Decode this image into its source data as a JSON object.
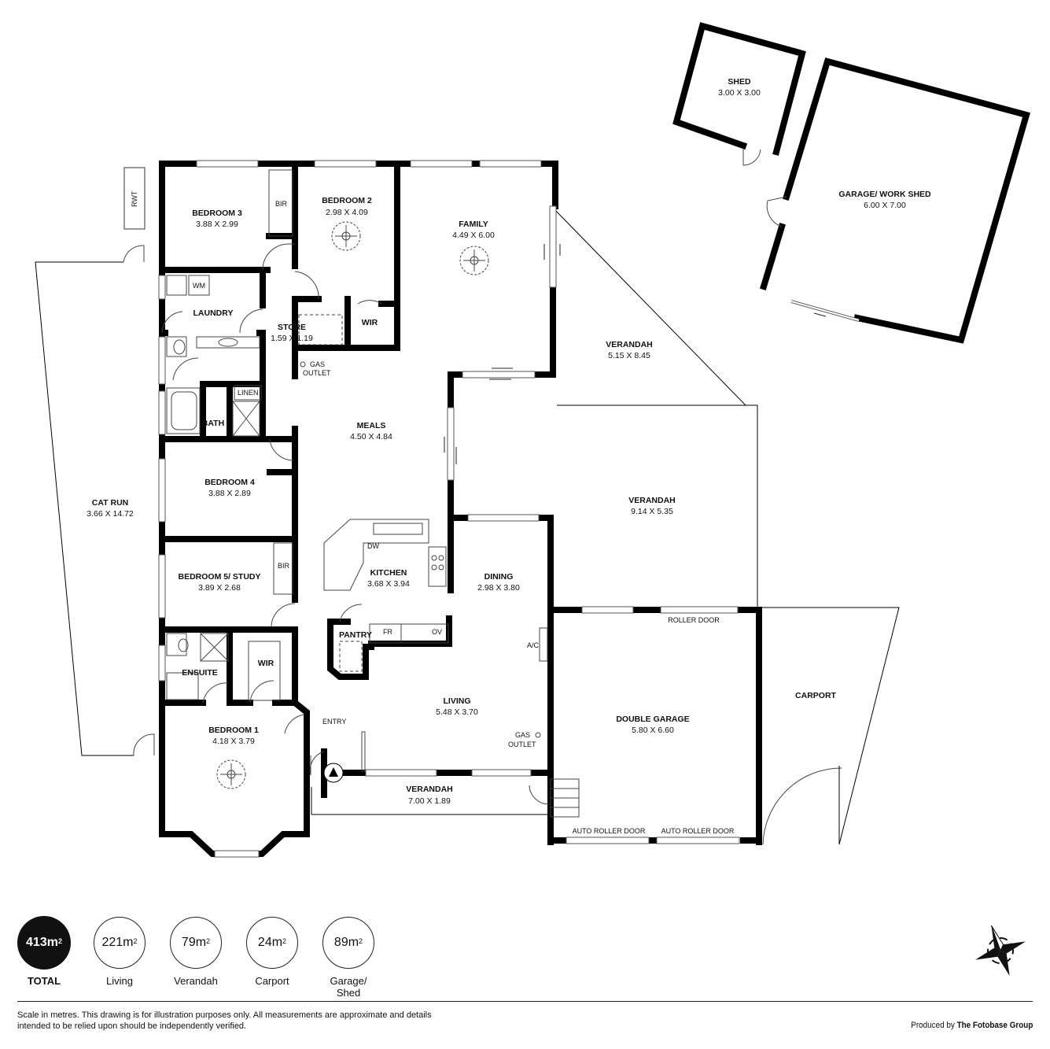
{
  "rooms": {
    "shed": {
      "name": "SHED",
      "dims": "3.00 X 3.00"
    },
    "garage_work_shed": {
      "name": "GARAGE/ WORK SHED",
      "dims": "6.00 X 7.00"
    },
    "bedroom3": {
      "name": "BEDROOM 3",
      "dims": "3.88 X 2.99"
    },
    "bedroom2": {
      "name": "BEDROOM 2",
      "dims": "2.98 X 4.09"
    },
    "family": {
      "name": "FAMILY",
      "dims": "4.49 X 6.00"
    },
    "laundry": {
      "name": "LAUNDRY"
    },
    "store": {
      "name": "STORE",
      "dims": "1.59 X 1.19"
    },
    "wir_top": {
      "name": "WIR"
    },
    "verandah_upper": {
      "name": "VERANDAH",
      "dims": "5.15 X 8.45"
    },
    "bath": {
      "name": "BATH"
    },
    "meals": {
      "name": "MEALS",
      "dims": "4.50 X 4.84"
    },
    "bedroom4": {
      "name": "BEDROOM 4",
      "dims": "3.88 X 2.89"
    },
    "verandah_mid": {
      "name": "VERANDAH",
      "dims": "9.14 X 5.35"
    },
    "cat_run": {
      "name": "CAT RUN",
      "dims": "3.66 X 14.72"
    },
    "kitchen": {
      "name": "KITCHEN",
      "dims": "3.68 X 3.94"
    },
    "dining": {
      "name": "DINING",
      "dims": "2.98 X 3.80"
    },
    "bedroom5": {
      "name": "BEDROOM 5/ STUDY",
      "dims": "3.89 X 2.68"
    },
    "pantry": {
      "name": "PANTRY"
    },
    "ensuite": {
      "name": "ENSUITE"
    },
    "wir_bottom": {
      "name": "WIR"
    },
    "living": {
      "name": "LIVING",
      "dims": "5.48 X 3.70"
    },
    "double_garage": {
      "name": "DOUBLE GARAGE",
      "dims": "5.80 X 6.60"
    },
    "carport": {
      "name": "CARPORT"
    },
    "bedroom1": {
      "name": "BEDROOM 1",
      "dims": "4.18 X 3.79"
    },
    "verandah_front": {
      "name": "VERANDAH",
      "dims": "7.00 X 1.89"
    }
  },
  "labels": {
    "rwt": "RWT",
    "bir_top": "BIR",
    "bir_mid": "BIR",
    "wm": "WM",
    "linen": "LINEN",
    "gas": "GAS",
    "outlet": "OUTLET",
    "gas2": "GAS",
    "outlet2": "OUTLET",
    "dw": "DW",
    "fr": "FR",
    "ov": "OV",
    "ac": "A/C",
    "entry": "ENTRY",
    "roller_door": "ROLLER DOOR",
    "auto_roller_left": "AUTO ROLLER DOOR",
    "auto_roller_right": "AUTO ROLLER DOOR"
  },
  "areas": [
    {
      "value": "413m",
      "sup": "2",
      "label": "TOTAL",
      "emphasis": true
    },
    {
      "value": "221m",
      "sup": "2",
      "label": "Living",
      "emphasis": false
    },
    {
      "value": "79m",
      "sup": "2",
      "label": "Verandah",
      "emphasis": false
    },
    {
      "value": "24m",
      "sup": "2",
      "label": "Carport",
      "emphasis": false
    },
    {
      "value": "89m",
      "sup": "2",
      "label": "Garage/ Shed",
      "emphasis": false
    }
  ],
  "footer": {
    "disclaimer": "Scale in metres. This drawing is for illustration purposes only. All measurements are approximate and details intended to be relied upon should be independently verified.",
    "produced_by": "Produced by",
    "company": "The Fotobase Group"
  }
}
